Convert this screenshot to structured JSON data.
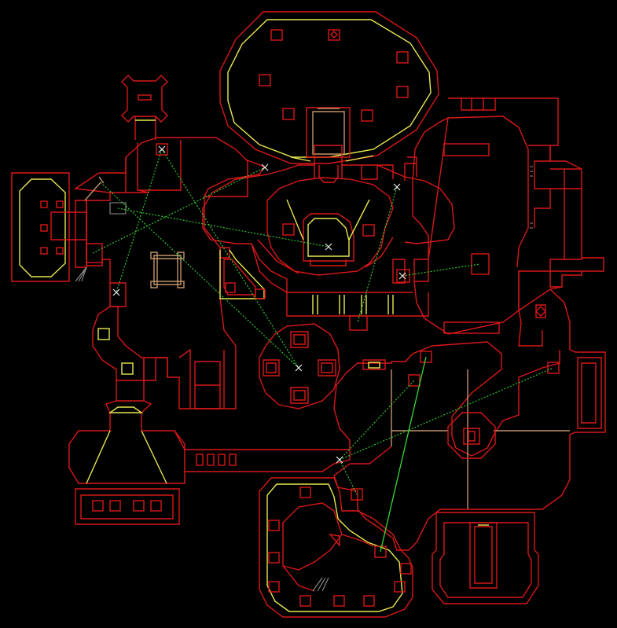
{
  "view": {
    "mode": "automap",
    "background": "#000000"
  },
  "colors": {
    "wall_one_sided": "#d81818",
    "wall_floor_change": "#c0946c",
    "wall_ceiling_change": "#e8e850",
    "wall_unseen": "#8c8c8c",
    "teleport_link": "#34d834",
    "marker": "#e8e8e8"
  },
  "icons": {
    "teleport_marker": "x-cross-icon",
    "door": "door-icon",
    "pillar": "pillar-icon"
  },
  "teleport_links": [
    {
      "from": "tele-west-hall",
      "to": "tele-north-hub",
      "style": "dotted"
    },
    {
      "from": "tele-north-hub",
      "to": "tele-west-hall",
      "style": "dotted"
    },
    {
      "from": "tele-west-tower",
      "to": "tele-central-plaza",
      "style": "dotted"
    },
    {
      "from": "tele-east-nook",
      "to": "tele-crossroads",
      "style": "dotted"
    },
    {
      "from": "tele-crossroads",
      "to": "tele-east-ring",
      "style": "dotted"
    },
    {
      "from": "tele-crossroads",
      "to": "tele-east-gate",
      "style": "dotted"
    },
    {
      "from": "tele-south-basin",
      "to": "tele-mid-east",
      "style": "solid"
    }
  ]
}
